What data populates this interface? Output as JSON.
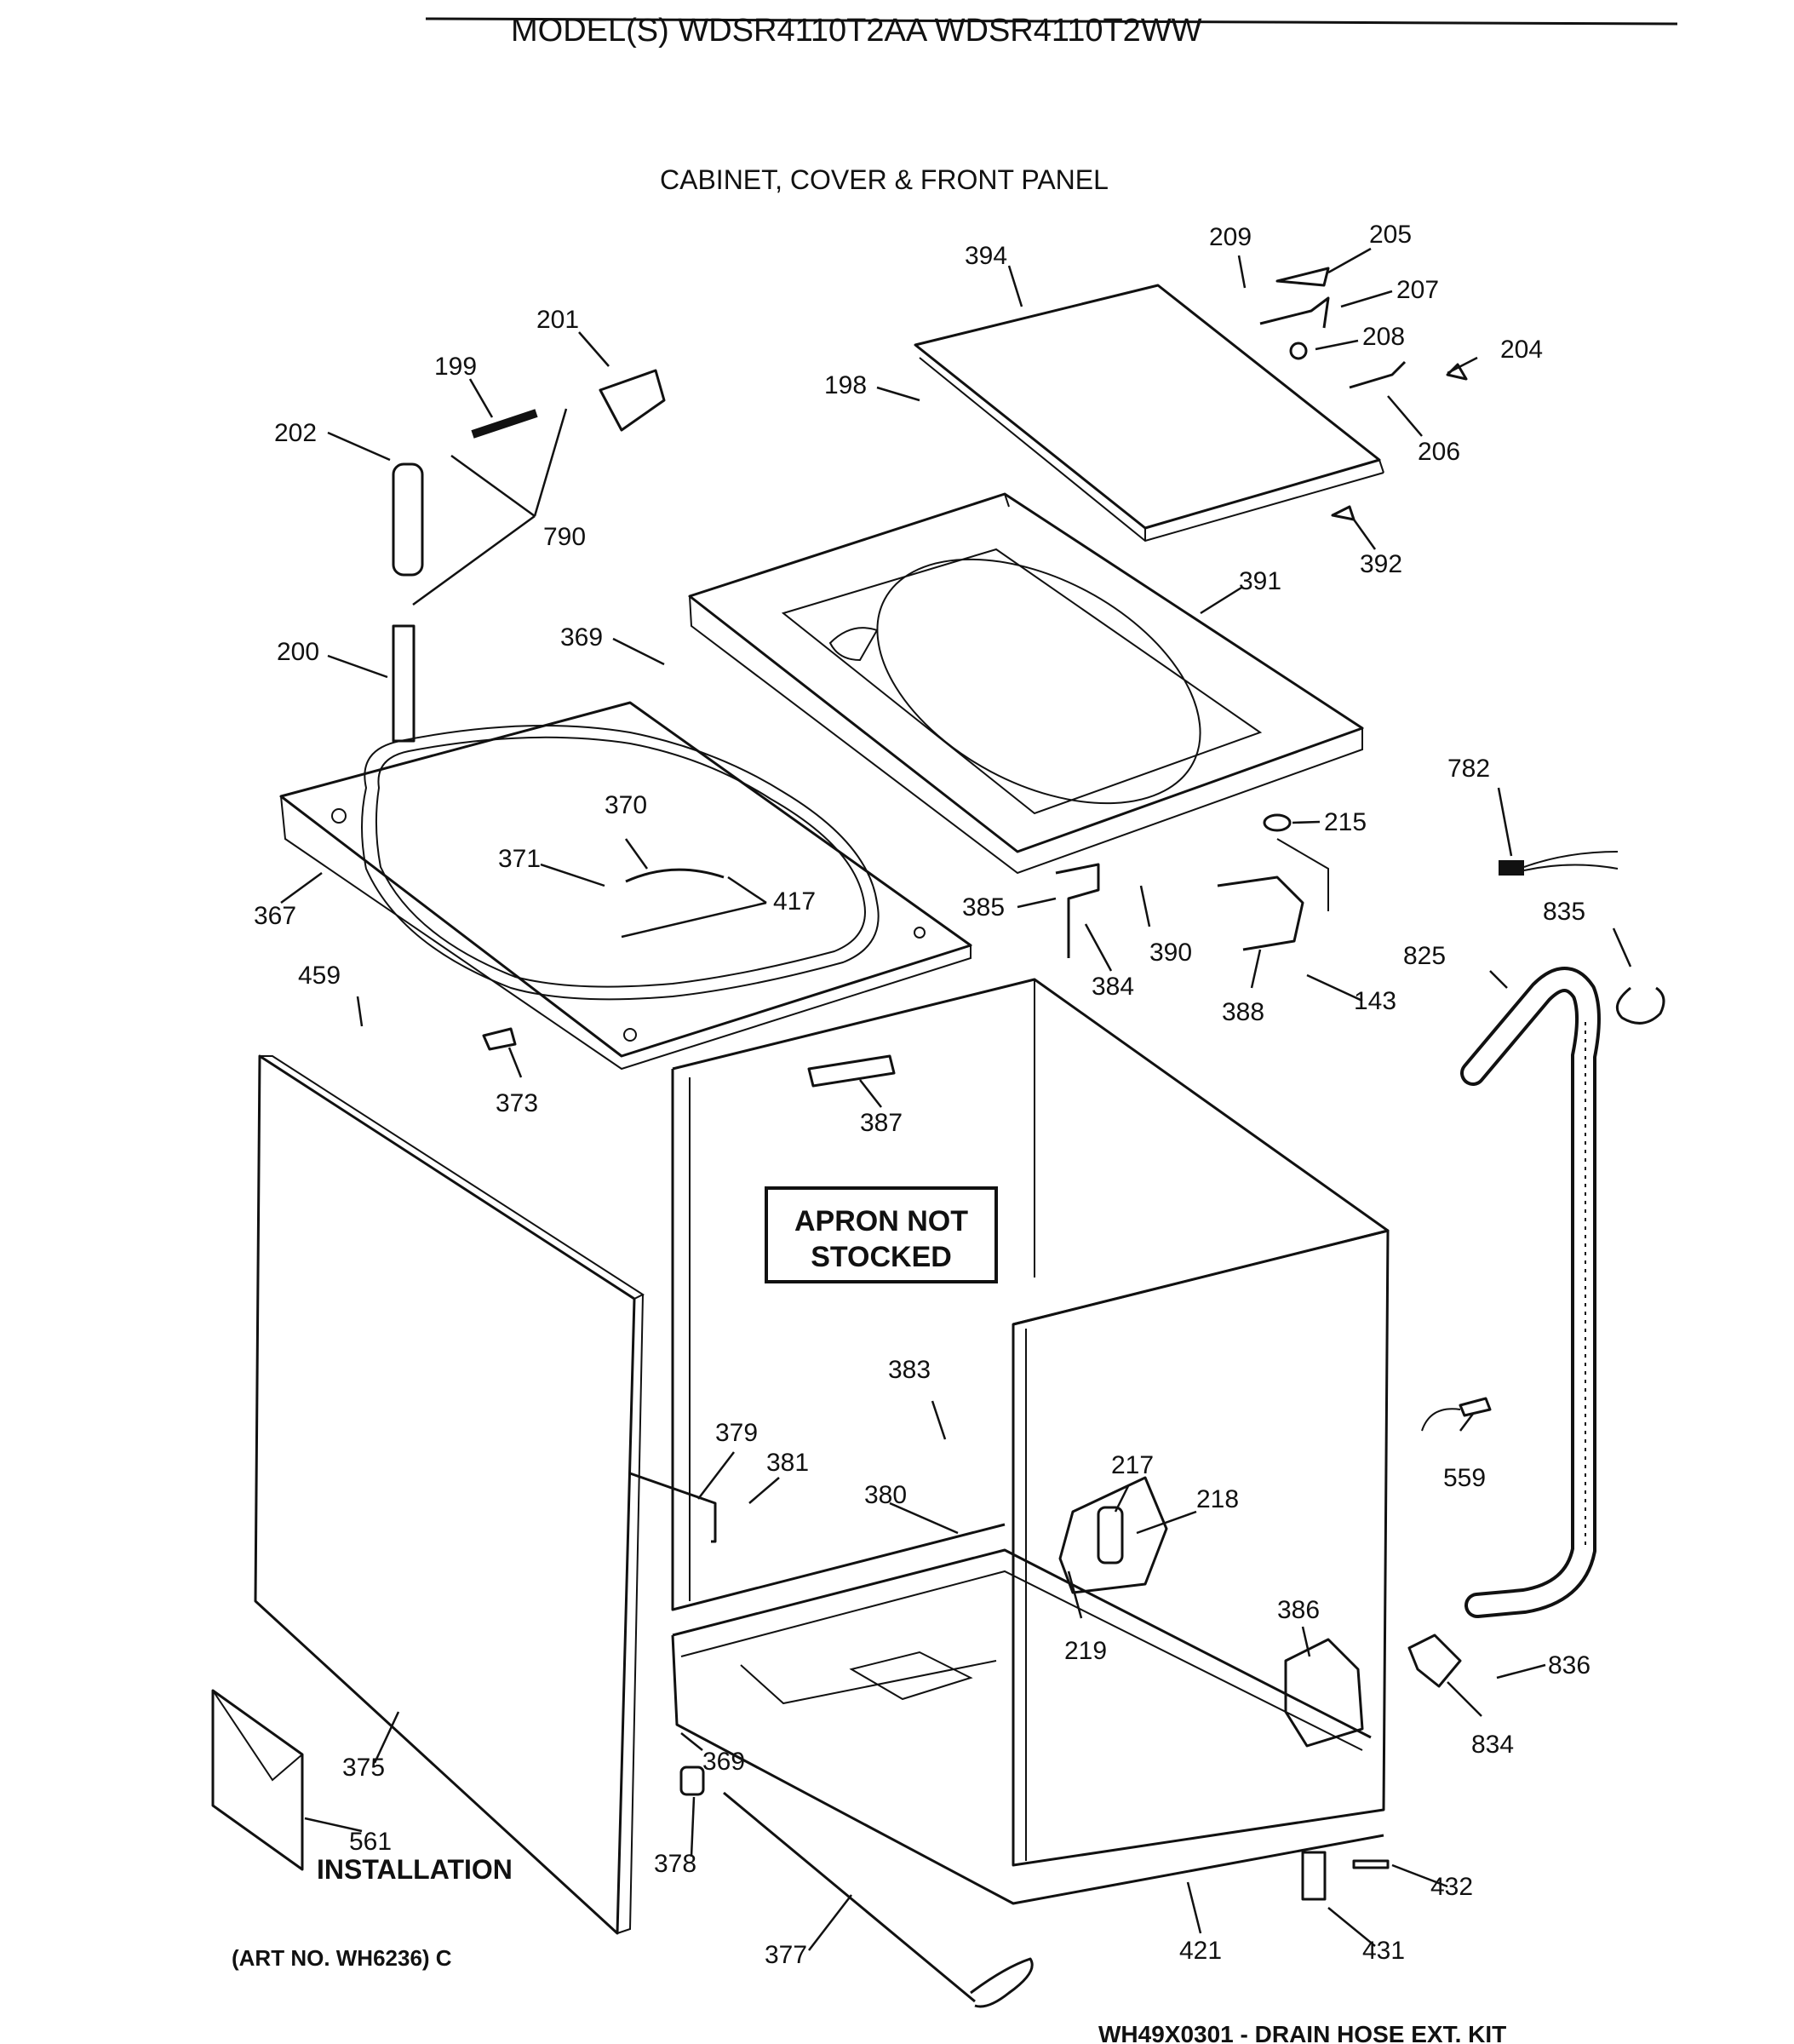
{
  "header": {
    "model_line": "MODEL(S) WDSR4110T2AA  WDSR4110T2WW",
    "section_title": "CABINET, COVER & FRONT PANEL"
  },
  "notice": {
    "line1": "APRON NOT",
    "line2": "STOCKED"
  },
  "installation_label": "INSTALLATION",
  "art_number": "(ART NO. WH6236) C",
  "footer_kit": "WH49X0301 - DRAIN HOSE EXT. KIT",
  "parts": [
    {
      "id": "p199",
      "num": "199"
    },
    {
      "id": "p201",
      "num": "201"
    },
    {
      "id": "p202",
      "num": "202"
    },
    {
      "id": "p790",
      "num": "790"
    },
    {
      "id": "p200",
      "num": "200"
    },
    {
      "id": "p369a",
      "num": "369"
    },
    {
      "id": "p394",
      "num": "394"
    },
    {
      "id": "p209",
      "num": "209"
    },
    {
      "id": "p205",
      "num": "205"
    },
    {
      "id": "p207",
      "num": "207"
    },
    {
      "id": "p208",
      "num": "208"
    },
    {
      "id": "p204",
      "num": "204"
    },
    {
      "id": "p198",
      "num": "198"
    },
    {
      "id": "p206",
      "num": "206"
    },
    {
      "id": "p392",
      "num": "392"
    },
    {
      "id": "p391",
      "num": "391"
    },
    {
      "id": "p782",
      "num": "782"
    },
    {
      "id": "p215",
      "num": "215"
    },
    {
      "id": "p370",
      "num": "370"
    },
    {
      "id": "p371",
      "num": "371"
    },
    {
      "id": "p417",
      "num": "417"
    },
    {
      "id": "p367",
      "num": "367"
    },
    {
      "id": "p385",
      "num": "385"
    },
    {
      "id": "p390",
      "num": "390"
    },
    {
      "id": "p835",
      "num": "835"
    },
    {
      "id": "p825",
      "num": "825"
    },
    {
      "id": "p384",
      "num": "384"
    },
    {
      "id": "p388",
      "num": "388"
    },
    {
      "id": "p143",
      "num": "143"
    },
    {
      "id": "p459",
      "num": "459"
    },
    {
      "id": "p373",
      "num": "373"
    },
    {
      "id": "p387",
      "num": "387"
    },
    {
      "id": "p383",
      "num": "383"
    },
    {
      "id": "p379",
      "num": "379"
    },
    {
      "id": "p381",
      "num": "381"
    },
    {
      "id": "p380",
      "num": "380"
    },
    {
      "id": "p217",
      "num": "217"
    },
    {
      "id": "p218",
      "num": "218"
    },
    {
      "id": "p559",
      "num": "559"
    },
    {
      "id": "p219",
      "num": "219"
    },
    {
      "id": "p386",
      "num": "386"
    },
    {
      "id": "p836",
      "num": "836"
    },
    {
      "id": "p834",
      "num": "834"
    },
    {
      "id": "p375",
      "num": "375"
    },
    {
      "id": "p369b",
      "num": "369"
    },
    {
      "id": "p561",
      "num": "561"
    },
    {
      "id": "p378",
      "num": "378"
    },
    {
      "id": "p432",
      "num": "432"
    },
    {
      "id": "p421",
      "num": "421"
    },
    {
      "id": "p431",
      "num": "431"
    },
    {
      "id": "p377",
      "num": "377"
    }
  ]
}
